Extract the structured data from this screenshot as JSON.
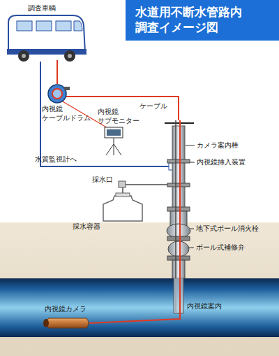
{
  "diagram": {
    "title": "水道用不断水管路内 調査イメージ図",
    "labels": [
      "調査車輌",
      "内視鏡 ケーブルドラム",
      "ケーブル",
      "内視鏡 サブモニター",
      "カメラ案内棒",
      "内視鏡挿入装置",
      "水質監視計へ",
      "採水口",
      "採水容器",
      "地下式ボール消火栓",
      "ボール式補修弁",
      "内視鏡案内",
      "内視鏡カメラ"
    ]
  }
}
